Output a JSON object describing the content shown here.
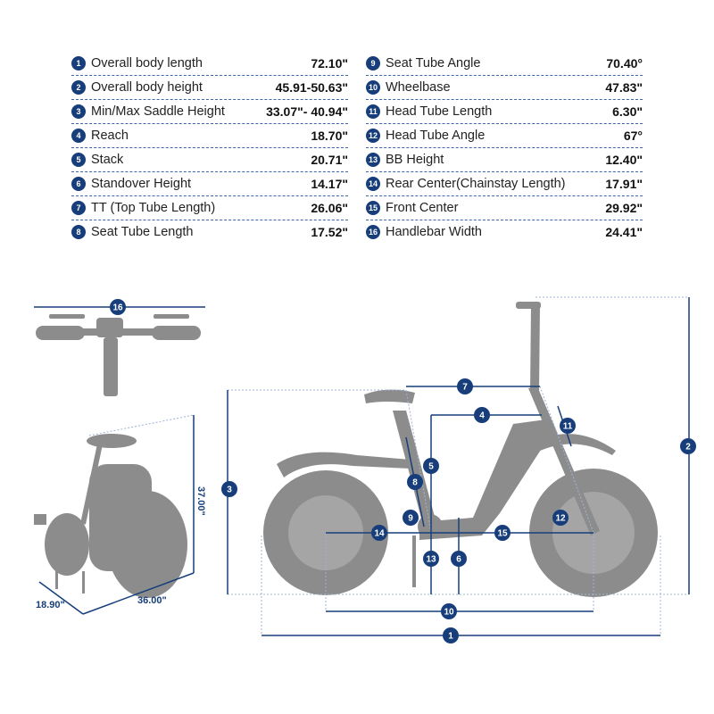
{
  "specs": [
    {
      "num": "1",
      "label": "Overall body length",
      "value": "72.10\""
    },
    {
      "num": "2",
      "label": "Overall body height",
      "value": "45.91-50.63\""
    },
    {
      "num": "3",
      "label": "Min/Max Saddle Height",
      "value": "33.07\"- 40.94\""
    },
    {
      "num": "4",
      "label": "Reach",
      "value": "18.70\""
    },
    {
      "num": "5",
      "label": "Stack",
      "value": "20.71\""
    },
    {
      "num": "6",
      "label": "Standover Height",
      "value": "14.17\""
    },
    {
      "num": "7",
      "label": "TT (Top Tube Length)",
      "value": "26.06\""
    },
    {
      "num": "8",
      "label": "Seat Tube Length",
      "value": "17.52\""
    },
    {
      "num": "9",
      "label": "Seat Tube Angle",
      "value": "70.40°"
    },
    {
      "num": "10",
      "label": "Wheelbase",
      "value": "47.83\""
    },
    {
      "num": "11",
      "label": "Head Tube Length",
      "value": "6.30\""
    },
    {
      "num": "12",
      "label": "Head Tube Angle",
      "value": "67°"
    },
    {
      "num": "13",
      "label": "BB Height",
      "value": "12.40\""
    },
    {
      "num": "14",
      "label": "Rear Center(Chainstay Length)",
      "value": "17.91\""
    },
    {
      "num": "15",
      "label": "Front Center",
      "value": "29.92\""
    },
    {
      "num": "16",
      "label": "Handlebar Width",
      "value": "24.41\""
    }
  ],
  "folded": {
    "height": "37.00\"",
    "length": "36.00\"",
    "width": "18.90\""
  },
  "colors": {
    "accent": "#173e7a",
    "bike": "#8c8c8c"
  }
}
